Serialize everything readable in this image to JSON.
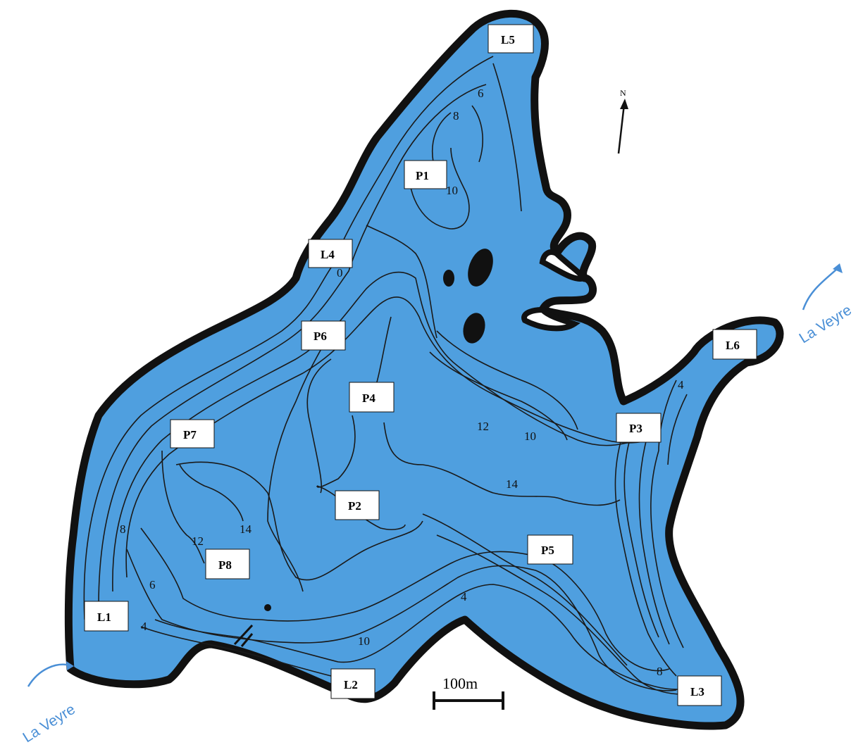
{
  "map": {
    "colors": {
      "water": "#4f9fdf",
      "shore": "#111111",
      "contour": "#1a1a1a",
      "river_label": "#4a8fd6",
      "station_box": "#ffffff"
    },
    "stations": [
      {
        "id": "L5",
        "label": "L5"
      },
      {
        "id": "P1",
        "label": "P1"
      },
      {
        "id": "L4",
        "label": "L4"
      },
      {
        "id": "P6",
        "label": "P6"
      },
      {
        "id": "P4",
        "label": "P4"
      },
      {
        "id": "L6",
        "label": "L6"
      },
      {
        "id": "P3",
        "label": "P3"
      },
      {
        "id": "P7",
        "label": "P7"
      },
      {
        "id": "P2",
        "label": "P2"
      },
      {
        "id": "P5",
        "label": "P5"
      },
      {
        "id": "P8",
        "label": "P8"
      },
      {
        "id": "L1",
        "label": "L1"
      },
      {
        "id": "L2",
        "label": "L2"
      },
      {
        "id": "L3",
        "label": "L3"
      }
    ],
    "depth_labels": [
      "6",
      "8",
      "10",
      "12",
      "10",
      "4",
      "14",
      "8",
      "12",
      "14",
      "6",
      "4",
      "4",
      "10",
      "8",
      "0"
    ],
    "river_labels": [
      "La Veyre",
      "La Veyre"
    ],
    "scale_bar": {
      "label": "100m"
    },
    "north_arrow": {
      "label": "N",
      "icon": "north-arrow-icon"
    }
  }
}
